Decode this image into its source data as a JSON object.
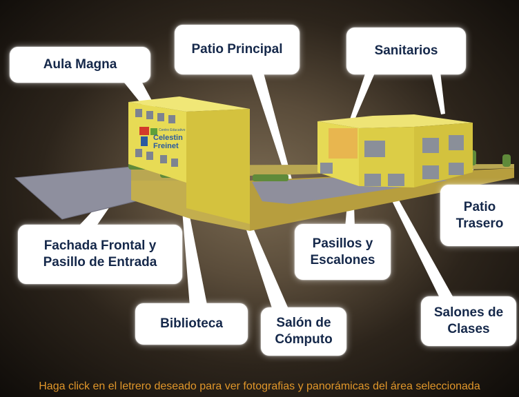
{
  "building_sign": {
    "line1": "Centro Educativo",
    "line2": "Celestin",
    "line3": "Freinet"
  },
  "labels": {
    "aula_magna": [
      "Aula Magna"
    ],
    "patio_principal": [
      "Patio Principal"
    ],
    "sanitarios": [
      "Sanitarios"
    ],
    "fachada": [
      "Fachada Frontal y",
      "Pasillo de Entrada"
    ],
    "pasillos": [
      "Pasillos y",
      "Escalones"
    ],
    "patio_trasero": [
      "Patio",
      "Trasero"
    ],
    "biblioteca": [
      "Biblioteca"
    ],
    "salon_computo": [
      "Salón de",
      "Cómputo"
    ],
    "salones_clases": [
      "Salones de",
      "Clases"
    ]
  },
  "footer_text": "Haga click en el letrero deseado para ver fotografias y panorámicas del área seleccionada",
  "colors": {
    "label_bg": "#ffffff",
    "label_text": "#15284a",
    "building_yellow": "#e4d84e",
    "footer_text": "#e0962a"
  }
}
